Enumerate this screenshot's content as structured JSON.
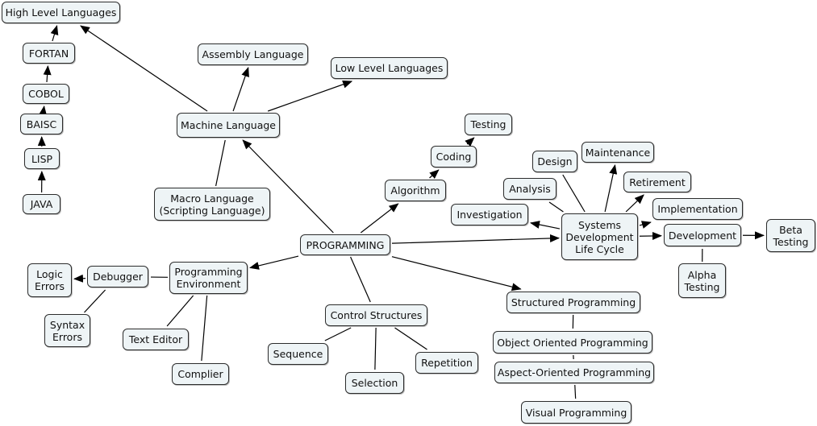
{
  "nodes": {
    "high_level": "High Level Languages",
    "fortan": "FORTAN",
    "cobol": "COBOL",
    "baisc": "BAISC",
    "lisp": "LISP",
    "java": "JAVA",
    "assembly": "Assembly Language",
    "low_level": "Low Level Languages",
    "machine": "Machine Language",
    "macro": "Macro Language\n(Scripting Language)",
    "programming": "PROGRAMMING",
    "testing": "Testing",
    "coding": "Coding",
    "algorithm": "Algorithm",
    "design": "Design",
    "maintenance": "Maintenance",
    "analysis": "Analysis",
    "retirement": "Retirement",
    "investigation": "Investigation",
    "sdlc": "Systems\nDevelopment\nLife Cycle",
    "implementation": "Implementation",
    "development": "Development",
    "beta": "Beta\nTesting",
    "alpha": "Alpha\nTesting",
    "logic_errors": "Logic\nErrors",
    "debugger": "Debugger",
    "prog_env": "Programming\nEnvironment",
    "syntax_errors": "Syntax\nErrors",
    "text_editor": "Text Editor",
    "complier": "Complier",
    "control": "Control Structures",
    "sequence": "Sequence",
    "selection": "Selection",
    "repetition": "Repetition",
    "structured": "Structured Programming",
    "oop": "Object Oriented Programming",
    "aop": "Aspect-Oriented Programming",
    "visual": "Visual Programming"
  },
  "edges": [
    [
      "java",
      "lisp",
      true
    ],
    [
      "lisp",
      "baisc",
      true
    ],
    [
      "baisc",
      "cobol",
      true
    ],
    [
      "cobol",
      "fortan",
      true
    ],
    [
      "fortan",
      "high_level",
      true
    ],
    [
      "machine",
      "high_level",
      true
    ],
    [
      "machine",
      "assembly",
      true
    ],
    [
      "machine",
      "low_level",
      true
    ],
    [
      "macro",
      "machine",
      false
    ],
    [
      "programming",
      "machine",
      true
    ],
    [
      "programming",
      "algorithm",
      true
    ],
    [
      "algorithm",
      "coding",
      true
    ],
    [
      "coding",
      "testing",
      true
    ],
    [
      "programming",
      "sdlc",
      true
    ],
    [
      "sdlc",
      "investigation",
      true
    ],
    [
      "sdlc",
      "analysis",
      false
    ],
    [
      "sdlc",
      "design",
      false
    ],
    [
      "sdlc",
      "maintenance",
      true
    ],
    [
      "sdlc",
      "retirement",
      true
    ],
    [
      "sdlc",
      "implementation",
      true
    ],
    [
      "sdlc",
      "development",
      true
    ],
    [
      "development",
      "beta",
      true
    ],
    [
      "alpha",
      "development",
      false
    ],
    [
      "programming",
      "prog_env",
      true
    ],
    [
      "prog_env",
      "debugger",
      false
    ],
    [
      "debugger",
      "logic_errors",
      true
    ],
    [
      "syntax_errors",
      "debugger",
      false
    ],
    [
      "prog_env",
      "text_editor",
      false
    ],
    [
      "prog_env",
      "complier",
      false
    ],
    [
      "programming",
      "control",
      false
    ],
    [
      "control",
      "sequence",
      false
    ],
    [
      "control",
      "selection",
      false
    ],
    [
      "control",
      "repetition",
      false
    ],
    [
      "programming",
      "structured",
      true
    ],
    [
      "structured",
      "oop",
      false
    ],
    [
      "oop",
      "aop",
      false
    ],
    [
      "aop",
      "visual",
      false
    ]
  ]
}
